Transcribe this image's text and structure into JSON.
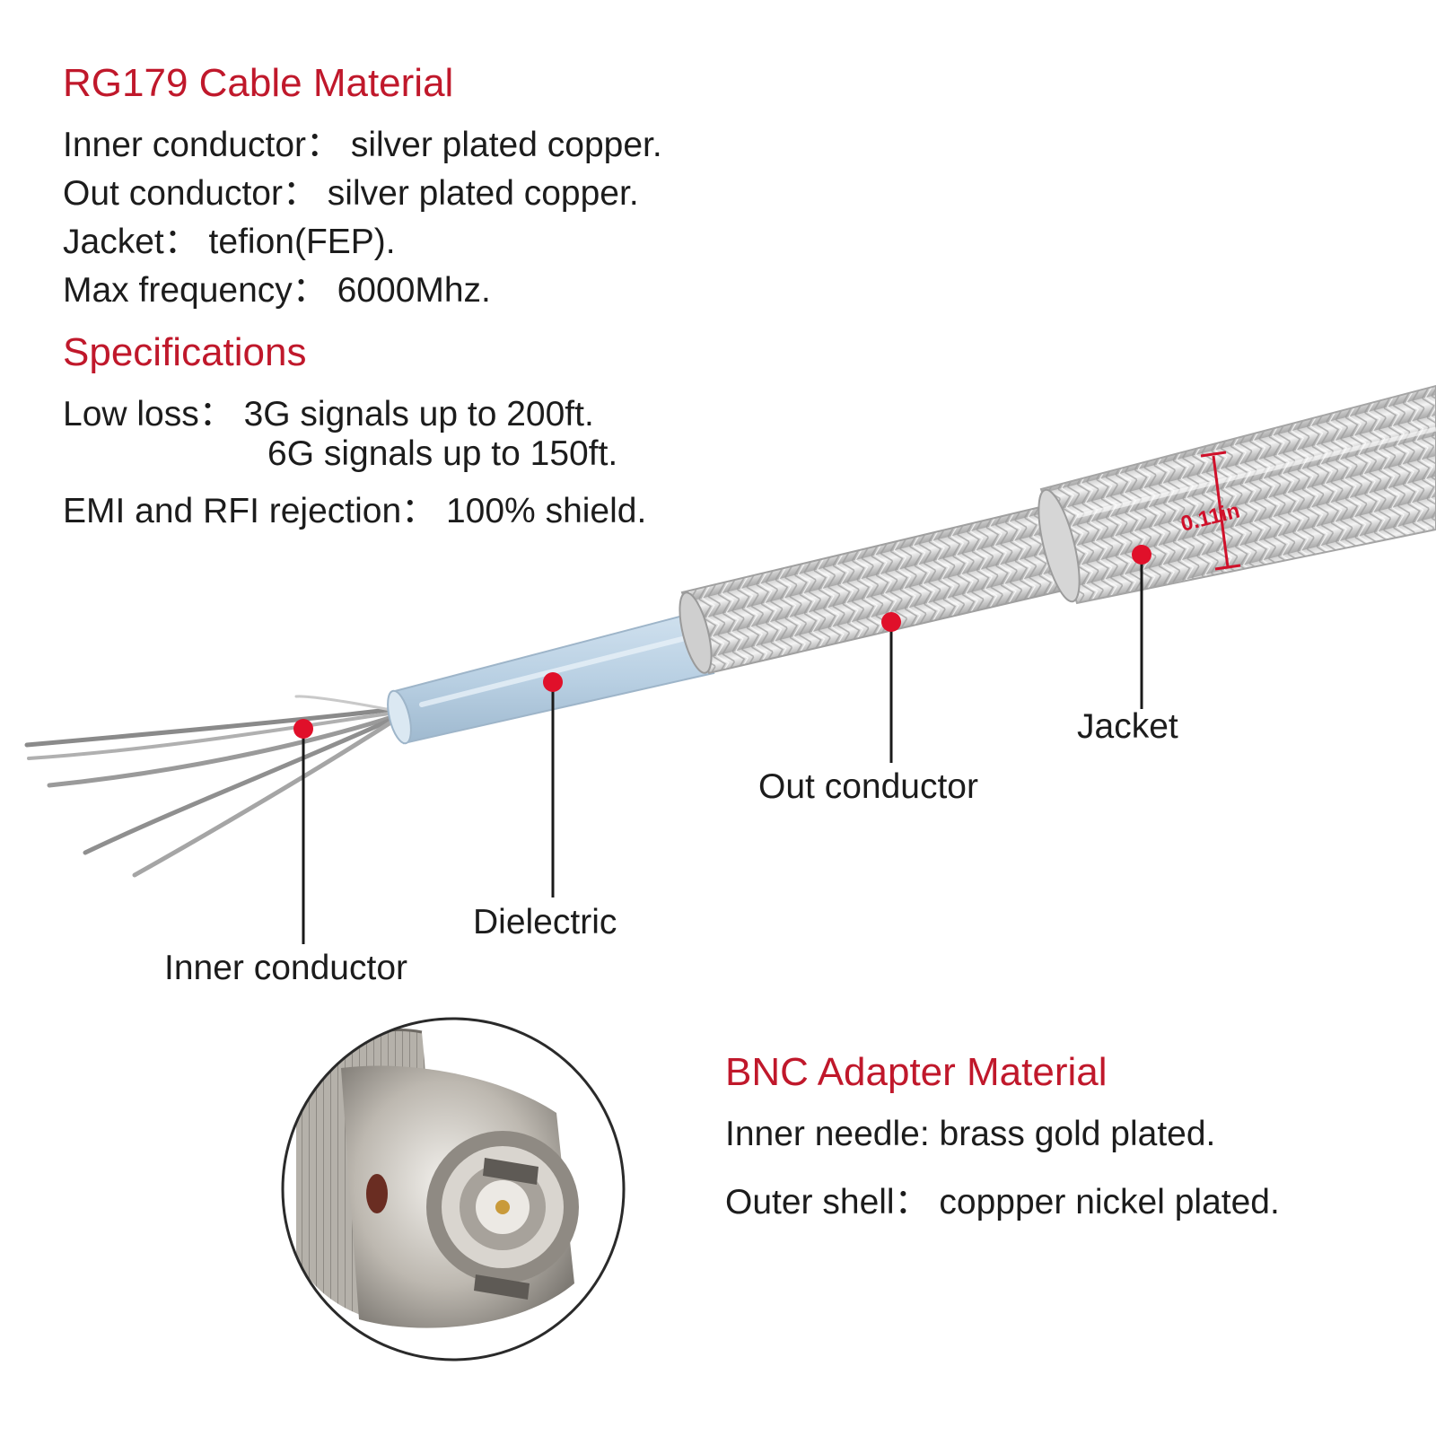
{
  "cable_section": {
    "heading": "RG179 Cable Material",
    "lines": [
      "Inner conductor： silver plated copper.",
      "Out conductor：  silver plated copper.",
      "Jacket： tefion(FEP).",
      "Max frequency：  6000Mhz."
    ]
  },
  "spec_section": {
    "heading": "Specifications",
    "lines": [
      "Low loss： 3G signals up to 200ft.",
      "6G signals up to 150ft.",
      "EMI and RFI rejection： 100% shield."
    ]
  },
  "callouts": {
    "inner_conductor": "Inner conductor",
    "dielectric": "Dielectric",
    "out_conductor": "Out conductor",
    "jacket": "Jacket",
    "diameter": "0.11in"
  },
  "bnc_section": {
    "heading": "BNC Adapter Material",
    "lines": [
      "Inner needle:  brass gold plated.",
      "Outer shell： coppper nickel plated."
    ]
  },
  "colors": {
    "heading": "#c0182b",
    "marker": "#e0102a"
  }
}
